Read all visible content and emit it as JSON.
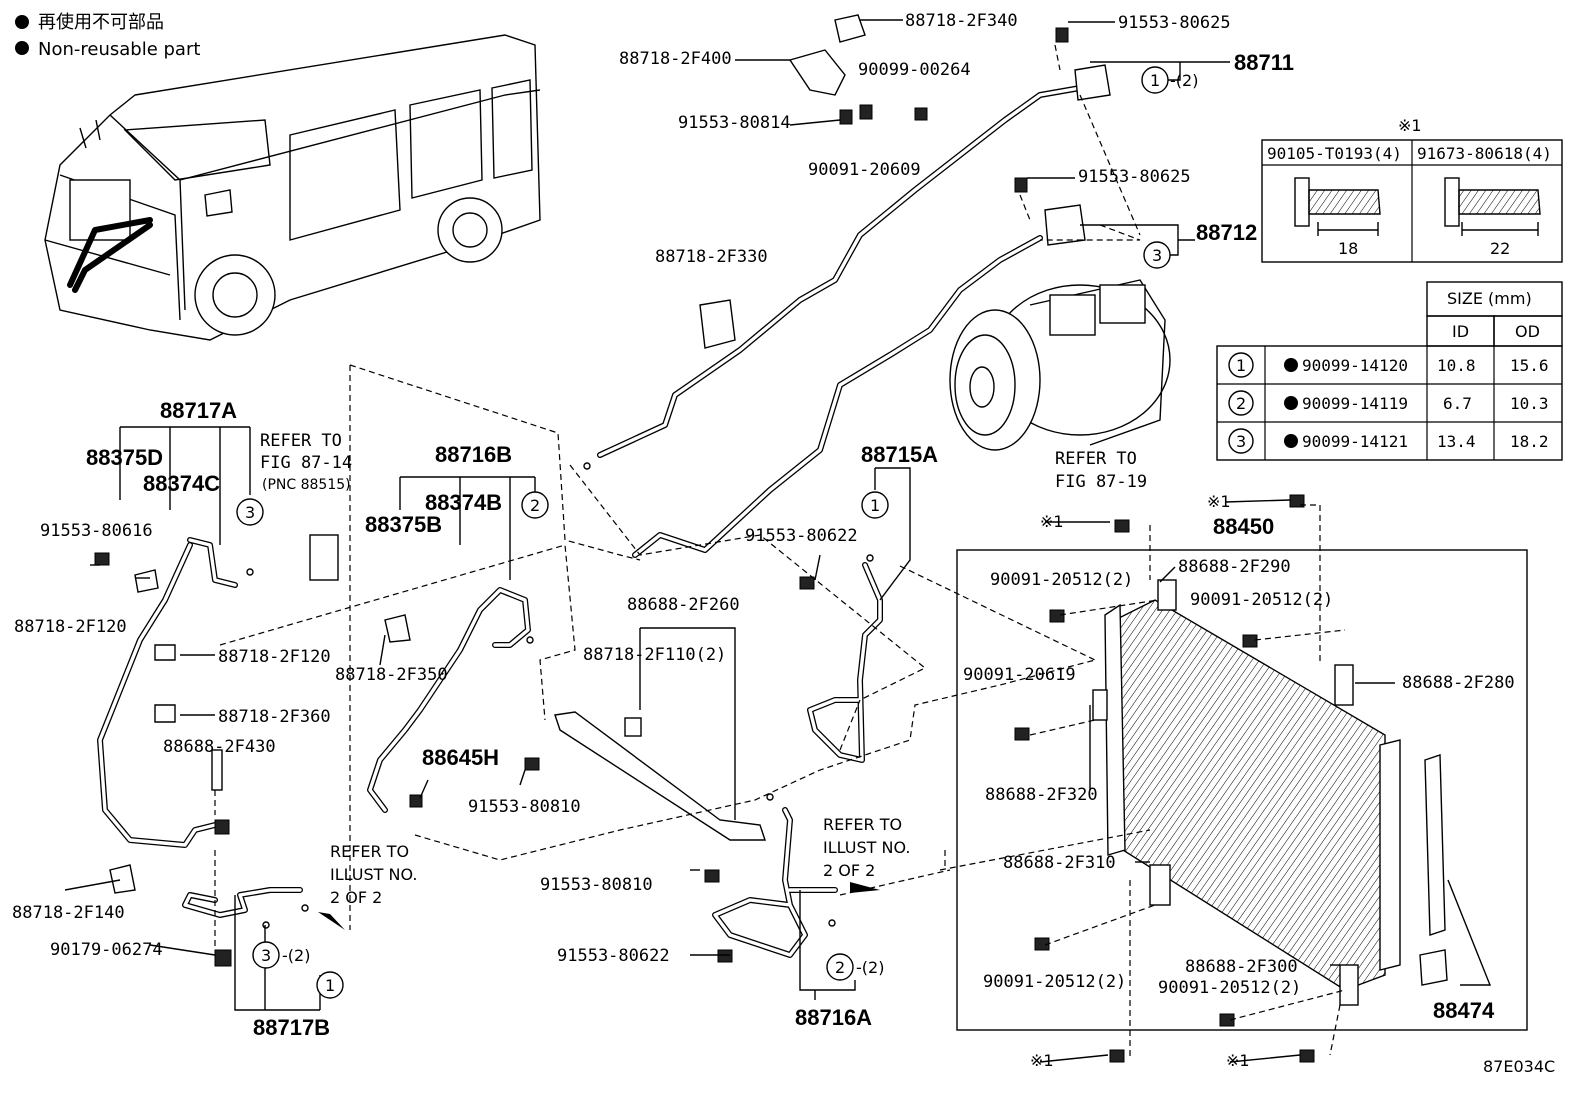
{
  "legend": {
    "japanese": "再使用不可部品",
    "english": "Non-reusable part"
  },
  "figure_code": "87E034C",
  "labels": {
    "p88711": "88711",
    "p88712": "88712",
    "p88717A": "88717A",
    "p88717B": "88717B",
    "p88716B": "88716B",
    "p88716A": "88716A",
    "p88715A": "88715A",
    "p88450": "88450",
    "p88474": "88474",
    "p88375D": "88375D",
    "p88374C": "88374C",
    "p88374B": "88374B",
    "p88375B": "88375B",
    "p88645H": "88645H",
    "p88718_2F340": "88718-2F340",
    "p91553_80625a": "91553-80625",
    "p88718_2F400": "88718-2F400",
    "p90099_00264": "90099-00264",
    "p91553_80814": "91553-80814",
    "p90091_20609": "90091-20609",
    "p91553_80625b": "91553-80625",
    "p88718_2F330": "88718-2F330",
    "p91553_80616": "91553-80616",
    "p88718_2F120a": "88718-2F120",
    "p88718_2F120b": "88718-2F120",
    "p88718_2F360": "88718-2F360",
    "p88688_2F430": "88688-2F430",
    "p88718_2F140": "88718-2F140",
    "p90179_06274": "90179-06274",
    "p88718_2F350": "88718-2F350",
    "p91553_80810a": "91553-80810",
    "p91553_80810b": "91553-80810",
    "p88688_2F260": "88688-2F260",
    "p88718_2F110": "88718-2F110(2)",
    "p91553_80622a": "91553-80622",
    "p91553_80622b": "91553-80622",
    "p88688_2F290": "88688-2F290",
    "p90091_20512a": "90091-20512(2)",
    "p90091_20512b": "90091-20512(2)",
    "p90091_20512c": "90091-20512(2)",
    "p90091_20512d": "90091-20512(2)",
    "p90091_20619": "90091-20619",
    "p88688_2F280": "88688-2F280",
    "p88688_2F320": "88688-2F320",
    "p88688_2F310": "88688-2F310",
    "p88688_2F300": "88688-2F300",
    "note_star1": "※1",
    "qty2": "-(2)"
  },
  "refs": {
    "fig8714_a": "REFER TO",
    "fig8714_b": "FIG 87-14",
    "fig8714_c": "(PNC 88515)",
    "fig8719_a": "REFER TO",
    "fig8719_b": "FIG 87-19",
    "illust_a": "REFER TO",
    "illust_b": "ILLUST NO.",
    "illust_c": "2 OF 2"
  },
  "callouts": {
    "c1": "1",
    "c2": "2",
    "c3": "3"
  },
  "bolt_table": {
    "star": "※1",
    "col1": "90105-T0193(4)",
    "col2": "91673-80618(4)",
    "len1": "18",
    "len2": "22"
  },
  "size_table": {
    "header": "SIZE (mm)",
    "id": "ID",
    "od": "OD",
    "rows": [
      {
        "no": "1",
        "part": "90099-14120",
        "id": "10.8",
        "od": "15.6"
      },
      {
        "no": "2",
        "part": "90099-14119",
        "id": "6.7",
        "od": "10.3"
      },
      {
        "no": "3",
        "part": "90099-14121",
        "id": "13.4",
        "od": "18.2"
      }
    ]
  }
}
